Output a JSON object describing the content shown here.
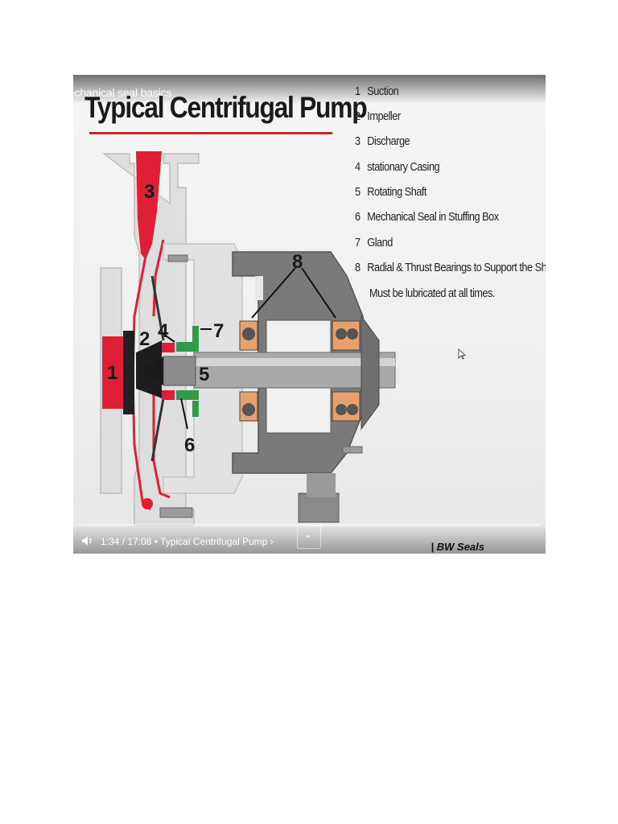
{
  "video": {
    "title": "echanical seal basics",
    "time": "1:34 / 17:08",
    "chapter": "• Typical Centrifugal Pump ›",
    "brand": "| BW Seals"
  },
  "slide": {
    "title": "Typical Centrifugal Pump",
    "accent_color": "#d4202f",
    "legend": [
      {
        "num": "1",
        "text": "Suction"
      },
      {
        "num": "2",
        "text": "Impeller"
      },
      {
        "num": "3",
        "text": "Discharge"
      },
      {
        "num": "4",
        "text": "stationary Casing"
      },
      {
        "num": "5",
        "text": "Rotating Shaft"
      },
      {
        "num": "6",
        "text": "Mechanical Seal in Stuffing Box"
      },
      {
        "num": "7",
        "text": "Gland"
      },
      {
        "num": "8",
        "text": "Radial & Thrust Bearings to Support the Shaft"
      }
    ],
    "legend_note": "Must be lubricated at all times.",
    "callouts": {
      "c1": "1",
      "c2": "2",
      "c3": "3",
      "c4": "4",
      "c5": "5",
      "c6": "6",
      "c7": "7",
      "c8": "8"
    }
  },
  "icons": {
    "volume": "volume-icon",
    "chevron": "chevron-down-icon",
    "cursor": "mouse-cursor-icon"
  }
}
